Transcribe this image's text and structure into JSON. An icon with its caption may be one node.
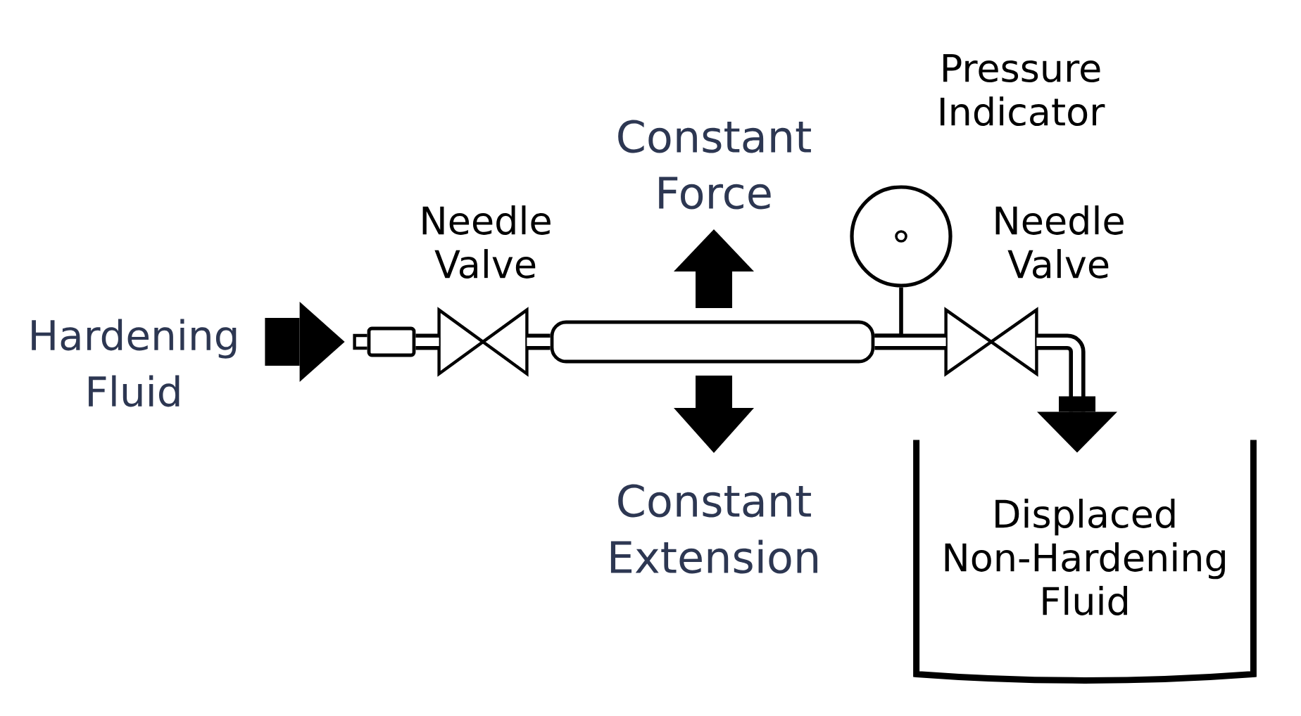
{
  "diagram": {
    "nodes": [
      {
        "text": [
          "Hardening Fluid"
        ]
      },
      {
        "text": [],
        "shape": "box"
      },
      {
        "text": [
          "Needle Valve"
        ]
      },
      {
        "text": [],
        "shape": "box"
      },
      {
        "text": [
          "Pressure Indicator"
        ]
      },
      {
        "text": [
          "Needle Valve"
        ]
      },
      {
        "text": [
          "Displaced Non-Hardening Fluid"
        ]
      }
    ],
    "edges": [
      {
        "from": 0,
        "to": 1,
        "arrow": "to",
        "style": "thick"
      },
      {
        "from": 1,
        "to": 2,
        "arrow": "none"
      },
      {
        "from": 2,
        "to": 3,
        "arrow": "none"
      },
      {
        "from": 3,
        "to": 5,
        "arrow": "none"
      },
      {
        "from": 3,
        "to": 4,
        "arrow": "none"
      },
      {
        "from": 5,
        "to": 6,
        "arrow": "to"
      }
    ],
    "labels": [
      "Constant Force",
      "Constant Extension"
    ]
  }
}
